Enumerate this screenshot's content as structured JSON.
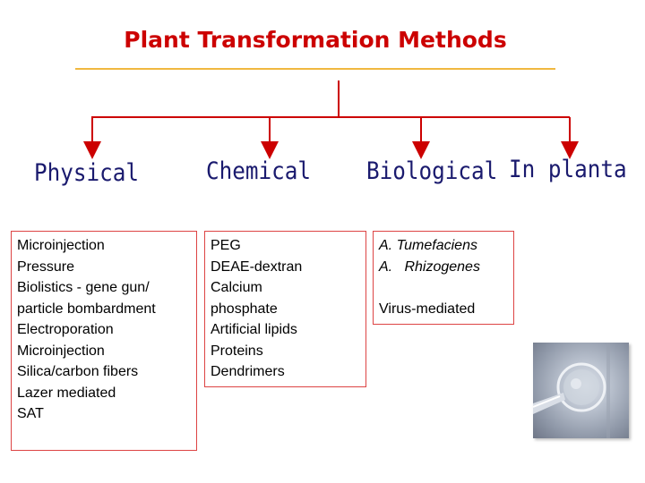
{
  "title": "Plant Transformation Methods",
  "colors": {
    "title": "#cc0000",
    "rule": "#f0b840",
    "connector": "#cc0000",
    "category_text": "#1a1a6e",
    "box_border": "#dd4444"
  },
  "categories": [
    {
      "label": "Physical"
    },
    {
      "label": "Chemical"
    },
    {
      "label": "Biological"
    },
    {
      "label": "In planta"
    }
  ],
  "boxes": {
    "physical": [
      "Microinjection",
      "Pressure",
      "Biolistics - gene gun/",
      "particle bombardment",
      "Electroporation",
      "Microinjection",
      "Silica/carbon fibers",
      "Lazer mediated",
      "SAT"
    ],
    "chemical": [
      "PEG",
      "DEAE-dextran",
      "Calcium",
      "phosphate",
      "Artificial lipids",
      "Proteins",
      "Dendrimers"
    ],
    "biological": [
      "A. Tumefaciens",
      "A.   Rhizogenes",
      "",
      "Virus-mediated"
    ]
  },
  "image": {
    "icon": "microinjection-photo"
  }
}
